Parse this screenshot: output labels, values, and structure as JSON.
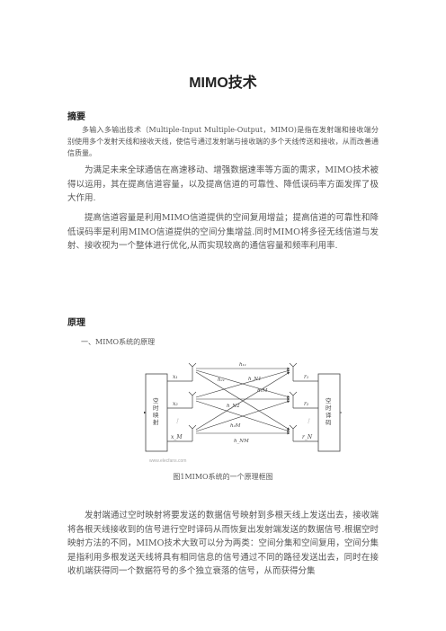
{
  "title": "MIMO技术",
  "abstract": {
    "heading": "摘要",
    "p1": "多输入多输出技术（Multiple-Input Multiple-Output，MIMO)是指在发射端和接收端分别使用多个发射天线和接收天线，使信号通过发射端与接收端的多个天线传送和接收，从而改善通信质量。",
    "p2": "为满足未来全球通信在高速移动、增强数据速率等方面的需求，MIMO技术被得以运用，其在提高信道容量，以及提高信道的可靠性、降低误码率方面发挥了极大作用.",
    "p3": "提高信道容量是利用MIMO信道提供的空间复用增益；提高信道的可靠性和降低误码率是利用MIMO信道提供的空间分集增益.同时MIMO将多径无线信道与发射、接收视为一个整体进行优化,从而实现较高的通信容量和频率利用率."
  },
  "principle": {
    "heading": "原理",
    "subheading": "一、MIMO系统的原理",
    "diagram": {
      "left_block": "空时映射",
      "right_block": "空时译码",
      "tx_labels": [
        "x₁",
        "x₂",
        "⋮",
        "x_M"
      ],
      "rx_labels": [
        "r₁",
        "r₂",
        "⋮",
        "r_N"
      ],
      "h_labels": [
        "h₁₁",
        "h₂₁",
        "h_N1",
        "h_N2",
        "h₁M",
        "h₂M",
        "h_NM"
      ],
      "watermark": "www.elecfans.com"
    },
    "caption": "图1MIMO系统的一个原理框图",
    "p4": "发射端通过空时映射将要发送的数据信号映射到多根天线上发送出去，接收端将各根天线接收到的信号进行空时译码从而恢复出发射端发送的数据信号.根据空时映射方法的不同，MIMO技术大致可以分为两类：空间分集和空间复用，空间分集是指利用多根发送天线将具有相同信息的信号通过不同的路径发送出去，同时在接收机端获得同一个数据符号的多个独立衰落的信号，从而获得分集"
  }
}
